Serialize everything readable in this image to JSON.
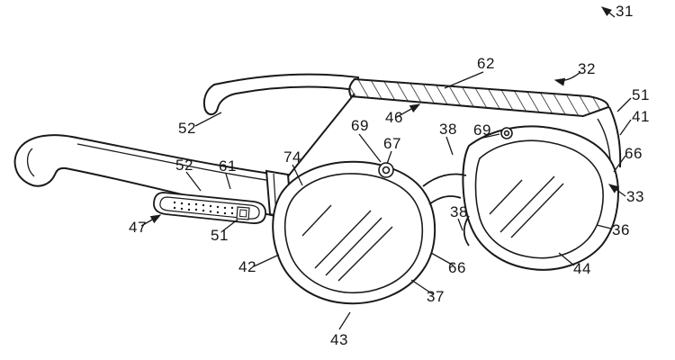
{
  "figure": {
    "description": "Patent-style line drawing of camera-equipped smart glasses, three-quarter perspective view",
    "ink_color": "#1a1a1a",
    "background_color": "#ffffff"
  },
  "reference_numerals": [
    "31",
    "32",
    "62",
    "52",
    "46",
    "69",
    "67",
    "38",
    "69",
    "51",
    "41",
    "66",
    "33",
    "36",
    "44",
    "74",
    "52",
    "61",
    "51",
    "47",
    "42",
    "38",
    "66",
    "37",
    "43"
  ]
}
